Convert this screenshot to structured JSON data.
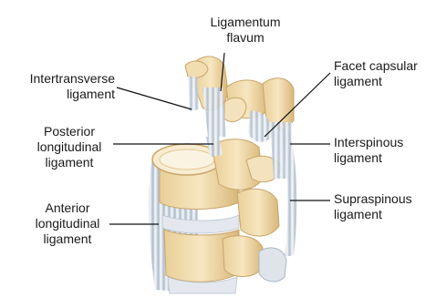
{
  "labels": {
    "ligamentum_flavum": [
      "Ligamentum",
      "flavum"
    ],
    "intertransverse": [
      "Intertransverse",
      "ligament"
    ],
    "posterior_longitudinal": [
      "Posterior",
      "longitudinal",
      "ligament"
    ],
    "anterior_longitudinal": [
      "Anterior",
      "longitudinal",
      "ligament"
    ],
    "facet_capsular": [
      "Facet capsular",
      "ligament"
    ],
    "interspinous": [
      "Interspinous",
      "ligament"
    ],
    "supraspinous": [
      "Supraspinous",
      "ligament"
    ]
  },
  "colors": {
    "bone": "#f2ddb0",
    "bone_shadow": "#d9b97a",
    "ligament": "#c9d4de",
    "ligament_stripe": "#eef2f6",
    "disc": "#e6e9ee",
    "leader": "#111111"
  }
}
